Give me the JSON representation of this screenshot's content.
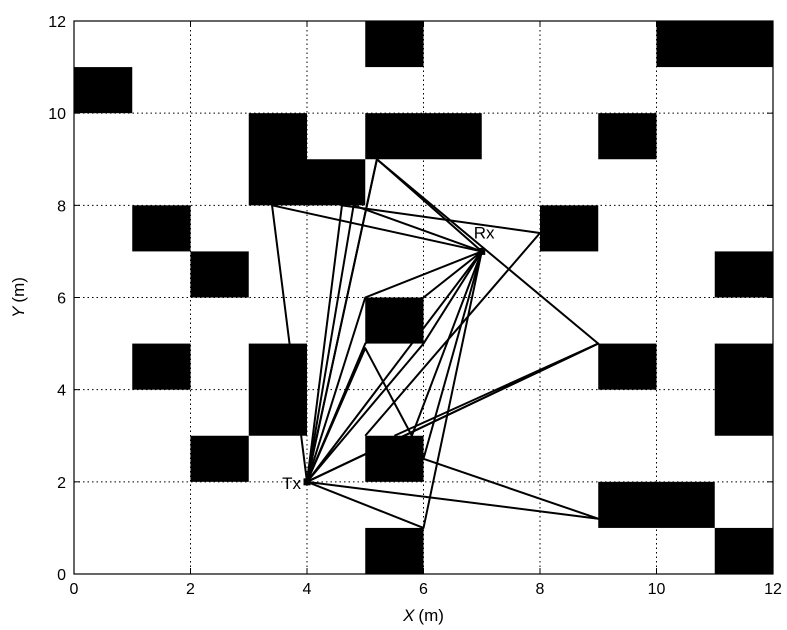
{
  "chart_data": {
    "type": "scatter",
    "title": "",
    "xlabel": "X",
    "xunit": "(m)",
    "ylabel": "Y",
    "yunit": "(m)",
    "xlim": [
      0,
      12
    ],
    "ylim": [
      0,
      12
    ],
    "xticks": [
      "0",
      "2",
      "4",
      "6",
      "8",
      "10",
      "12"
    ],
    "yticks": [
      "0",
      "2",
      "4",
      "6",
      "8",
      "10",
      "12"
    ],
    "grid": true,
    "colors": {
      "obstacle": "#000000",
      "ray": "#000000",
      "grid": "#000000",
      "background": "#ffffff"
    },
    "obstacles": [
      [
        5,
        11,
        1,
        1
      ],
      [
        10,
        11,
        2,
        1
      ],
      [
        0,
        10,
        1,
        1
      ],
      [
        3,
        8,
        1,
        2
      ],
      [
        4,
        8,
        1,
        1
      ],
      [
        5,
        9,
        2,
        1
      ],
      [
        9,
        9,
        1,
        1
      ],
      [
        1,
        7,
        1,
        1
      ],
      [
        8,
        7,
        1,
        1
      ],
      [
        2,
        6,
        1,
        1
      ],
      [
        11,
        6,
        1,
        1
      ],
      [
        5,
        5,
        1,
        1
      ],
      [
        1,
        4,
        1,
        1
      ],
      [
        3,
        3,
        1,
        2
      ],
      [
        9,
        4,
        1,
        1
      ],
      [
        11,
        3,
        1,
        2
      ],
      [
        2,
        2,
        1,
        1
      ],
      [
        5,
        2,
        1,
        1
      ],
      [
        9,
        1,
        2,
        1
      ],
      [
        5,
        0,
        1,
        1
      ],
      [
        11,
        0,
        1,
        1
      ]
    ],
    "tx": {
      "label": "Tx",
      "x": 4,
      "y": 2
    },
    "rx": {
      "label": "Rx",
      "x": 7,
      "y": 7
    },
    "rays": [
      [
        [
          4,
          2
        ],
        [
          7,
          7
        ]
      ],
      [
        [
          4,
          2
        ],
        [
          3.4,
          8
        ],
        [
          7,
          7
        ]
      ],
      [
        [
          4,
          2
        ],
        [
          4.8,
          8
        ],
        [
          7,
          7
        ]
      ],
      [
        [
          4,
          2
        ],
        [
          5.2,
          9
        ],
        [
          7,
          7
        ]
      ],
      [
        [
          4,
          2
        ],
        [
          4.6,
          8
        ],
        [
          8,
          7.4
        ],
        [
          5,
          3
        ]
      ],
      [
        [
          4,
          2
        ],
        [
          5,
          6
        ],
        [
          7,
          7
        ]
      ],
      [
        [
          4,
          2
        ],
        [
          5,
          5
        ],
        [
          7,
          7
        ]
      ],
      [
        [
          4,
          2
        ],
        [
          5.2,
          9
        ],
        [
          9,
          5
        ],
        [
          4,
          2
        ]
      ],
      [
        [
          4,
          2
        ],
        [
          9,
          5
        ],
        [
          5.5,
          3
        ]
      ],
      [
        [
          4,
          2
        ],
        [
          5,
          4.9
        ],
        [
          5.8,
          3
        ],
        [
          7,
          7
        ]
      ],
      [
        [
          4,
          2
        ],
        [
          6,
          5
        ],
        [
          7,
          7
        ]
      ],
      [
        [
          4,
          2
        ],
        [
          9,
          1.2
        ],
        [
          6,
          2.5
        ],
        [
          7,
          7
        ]
      ],
      [
        [
          4,
          2
        ],
        [
          6,
          1
        ],
        [
          7,
          7
        ]
      ]
    ]
  }
}
